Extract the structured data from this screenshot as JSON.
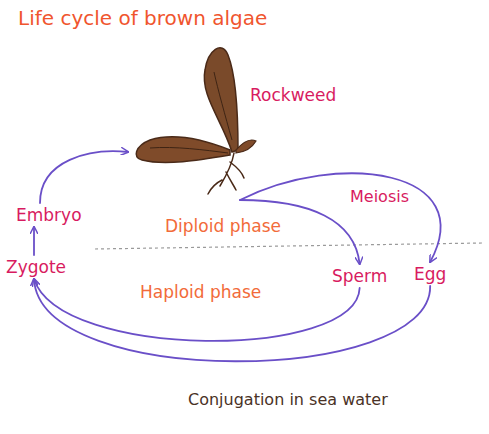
{
  "diagram": {
    "title": "Life cycle of brown algae",
    "nodes": [
      {
        "text": [
          "Rockweed"
        ]
      },
      {
        "text": [
          "Embryo"
        ]
      },
      {
        "text": [
          "Zygote"
        ]
      },
      {
        "text": [
          "Sperm"
        ]
      },
      {
        "text": [
          "Egg"
        ]
      }
    ],
    "edges": [
      {
        "from": 0,
        "to": 3,
        "label": "Meiosis",
        "arrow": "to"
      },
      {
        "from": 0,
        "to": 4,
        "arrow": "to"
      },
      {
        "from": 3,
        "to": 2,
        "arrow": "to"
      },
      {
        "from": 4,
        "to": 2,
        "label": "Conjugation in sea water",
        "arrow": "to"
      },
      {
        "from": 2,
        "to": 1,
        "arrow": "to"
      },
      {
        "from": 1,
        "to": 0,
        "arrow": "to"
      }
    ],
    "labels": [
      "Diploid phase",
      "Haploid phase"
    ]
  }
}
